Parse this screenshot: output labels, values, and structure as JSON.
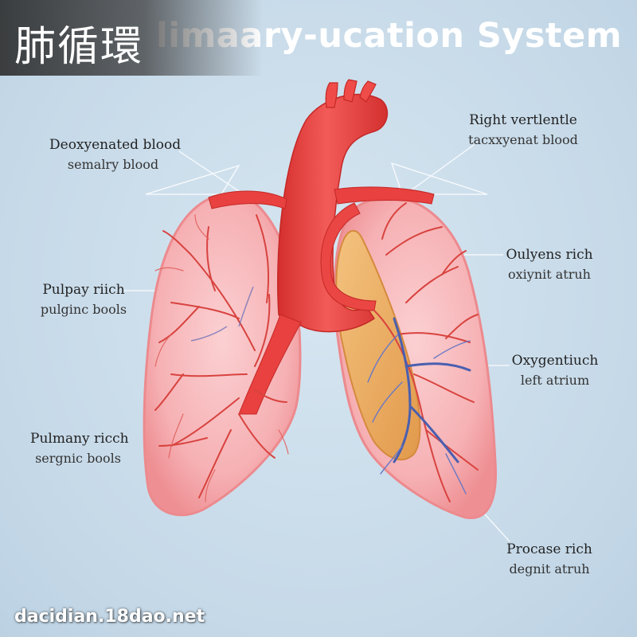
{
  "title": {
    "cn": "肺循環",
    "en": "limaary-ucation System"
  },
  "labels": {
    "top_left": {
      "line1": "Deoxyenated blood",
      "line2": "semalry blood"
    },
    "top_right": {
      "line1": "Right vertlentle",
      "line2": "tacxxyenat blood"
    },
    "mid_left": {
      "line1": "Pulpay riich",
      "line2": "pulginc bools"
    },
    "right_1": {
      "line1": "Oulyens rich",
      "line2": "oxiynit atruh"
    },
    "right_2": {
      "line1": "Oxygentiuch",
      "line2": "left atrium"
    },
    "bottom_left": {
      "line1": "Pulmany ricch",
      "line2": "sergnic bools"
    },
    "bottom_right": {
      "line1": "Procase rich",
      "line2": "degnit atruh"
    }
  },
  "watermark": "dacidian.18dao.net",
  "colors": {
    "artery": "#e8413f",
    "lung": "#f4a6a8",
    "vein": "#4a5fb0",
    "heart_tissue": "#e9a85a",
    "background": "#c9dcea"
  }
}
